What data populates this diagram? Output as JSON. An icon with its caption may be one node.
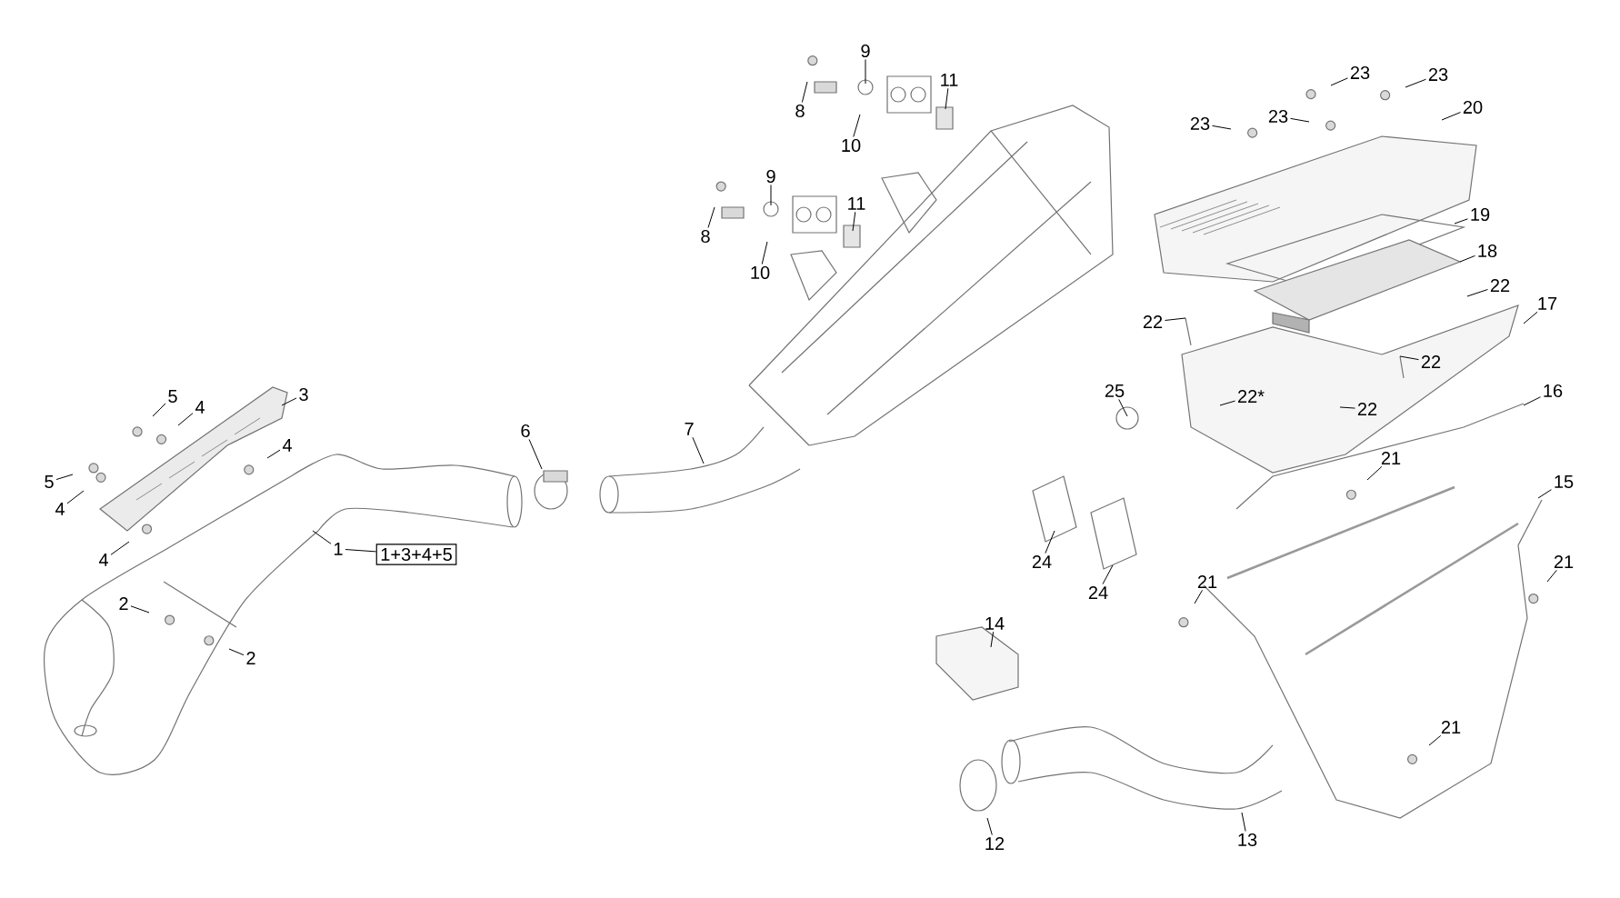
{
  "diagram": {
    "nodes": [
      {
        "text": [
          "1"
        ]
      },
      {
        "text": [
          "1+3+4+5"
        ]
      },
      {
        "text": [
          "3"
        ]
      },
      {
        "text": [
          "5"
        ]
      },
      {
        "text": [
          "4"
        ]
      },
      {
        "text": [
          "5"
        ]
      },
      {
        "text": [
          "4"
        ]
      },
      {
        "text": [
          "4"
        ]
      },
      {
        "text": [
          "4"
        ]
      },
      {
        "text": [
          "2"
        ]
      },
      {
        "text": [
          "2"
        ]
      },
      {
        "text": [
          "6"
        ]
      },
      {
        "text": [
          "7"
        ]
      },
      {
        "text": [
          "9"
        ]
      },
      {
        "text": [
          "8"
        ]
      },
      {
        "text": [
          "10"
        ]
      },
      {
        "text": [
          "11"
        ]
      },
      {
        "text": [
          "9"
        ]
      },
      {
        "text": [
          "8"
        ]
      },
      {
        "text": [
          "10"
        ]
      },
      {
        "text": [
          "11"
        ]
      },
      {
        "text": [
          "23"
        ]
      },
      {
        "text": [
          "23"
        ]
      },
      {
        "text": [
          "23"
        ]
      },
      {
        "text": [
          "23"
        ]
      },
      {
        "text": [
          "20"
        ]
      },
      {
        "text": [
          "19"
        ]
      },
      {
        "text": [
          "18"
        ]
      },
      {
        "text": [
          "22"
        ]
      },
      {
        "text": [
          "17"
        ]
      },
      {
        "text": [
          "22"
        ]
      },
      {
        "text": [
          "22"
        ]
      },
      {
        "text": [
          "25"
        ]
      },
      {
        "text": [
          "22*"
        ]
      },
      {
        "text": [
          "22"
        ]
      },
      {
        "text": [
          "16"
        ]
      },
      {
        "text": [
          "21"
        ]
      },
      {
        "text": [
          "15"
        ]
      },
      {
        "text": [
          "24"
        ]
      },
      {
        "text": [
          "24"
        ]
      },
      {
        "text": [
          "21"
        ]
      },
      {
        "text": [
          "21"
        ]
      },
      {
        "text": [
          "14"
        ]
      },
      {
        "text": [
          "21"
        ]
      },
      {
        "text": [
          "12"
        ]
      },
      {
        "text": [
          "13"
        ]
      }
    ],
    "edges": [
      {
        "from": 0,
        "to": null,
        "arrow": "none"
      },
      {
        "from": 0,
        "to": 1,
        "arrow": "none"
      },
      {
        "from": 2,
        "to": null,
        "arrow": "none"
      },
      {
        "from": 3,
        "to": null,
        "arrow": "none"
      },
      {
        "from": 4,
        "to": null,
        "arrow": "none"
      },
      {
        "from": 5,
        "to": null,
        "arrow": "none"
      },
      {
        "from": 6,
        "to": null,
        "arrow": "none"
      },
      {
        "from": 7,
        "to": null,
        "arrow": "none"
      },
      {
        "from": 8,
        "to": null,
        "arrow": "none"
      },
      {
        "from": 9,
        "to": null,
        "arrow": "none"
      },
      {
        "from": 10,
        "to": null,
        "arrow": "none"
      },
      {
        "from": 11,
        "to": null,
        "arrow": "none"
      },
      {
        "from": 12,
        "to": null,
        "arrow": "none"
      },
      {
        "from": 13,
        "to": null,
        "arrow": "none"
      },
      {
        "from": 14,
        "to": null,
        "arrow": "none"
      },
      {
        "from": 15,
        "to": null,
        "arrow": "none"
      },
      {
        "from": 16,
        "to": null,
        "arrow": "none"
      },
      {
        "from": 17,
        "to": null,
        "arrow": "none"
      },
      {
        "from": 18,
        "to": null,
        "arrow": "none"
      },
      {
        "from": 19,
        "to": null,
        "arrow": "none"
      },
      {
        "from": 20,
        "to": null,
        "arrow": "none"
      },
      {
        "from": 21,
        "to": null,
        "arrow": "none"
      },
      {
        "from": 22,
        "to": null,
        "arrow": "none"
      },
      {
        "from": 23,
        "to": null,
        "arrow": "none"
      },
      {
        "from": 24,
        "to": null,
        "arrow": "none"
      },
      {
        "from": 25,
        "to": null,
        "arrow": "none"
      },
      {
        "from": 26,
        "to": null,
        "arrow": "none"
      },
      {
        "from": 27,
        "to": null,
        "arrow": "none"
      },
      {
        "from": 28,
        "to": null,
        "arrow": "none"
      },
      {
        "from": 29,
        "to": null,
        "arrow": "none"
      },
      {
        "from": 30,
        "to": null,
        "arrow": "none"
      },
      {
        "from": 31,
        "to": null,
        "arrow": "none"
      },
      {
        "from": 32,
        "to": null,
        "arrow": "none"
      },
      {
        "from": 33,
        "to": null,
        "arrow": "none"
      },
      {
        "from": 34,
        "to": null,
        "arrow": "none"
      },
      {
        "from": 35,
        "to": null,
        "arrow": "none"
      },
      {
        "from": 36,
        "to": null,
        "arrow": "none"
      },
      {
        "from": 37,
        "to": null,
        "arrow": "none"
      },
      {
        "from": 38,
        "to": null,
        "arrow": "none"
      },
      {
        "from": 39,
        "to": null,
        "arrow": "none"
      },
      {
        "from": 40,
        "to": null,
        "arrow": "none"
      },
      {
        "from": 41,
        "to": null,
        "arrow": "none"
      },
      {
        "from": 42,
        "to": null,
        "arrow": "none"
      },
      {
        "from": 43,
        "to": null,
        "arrow": "none"
      },
      {
        "from": 44,
        "to": null,
        "arrow": "none"
      },
      {
        "from": 45,
        "to": null,
        "arrow": "none"
      }
    ]
  }
}
